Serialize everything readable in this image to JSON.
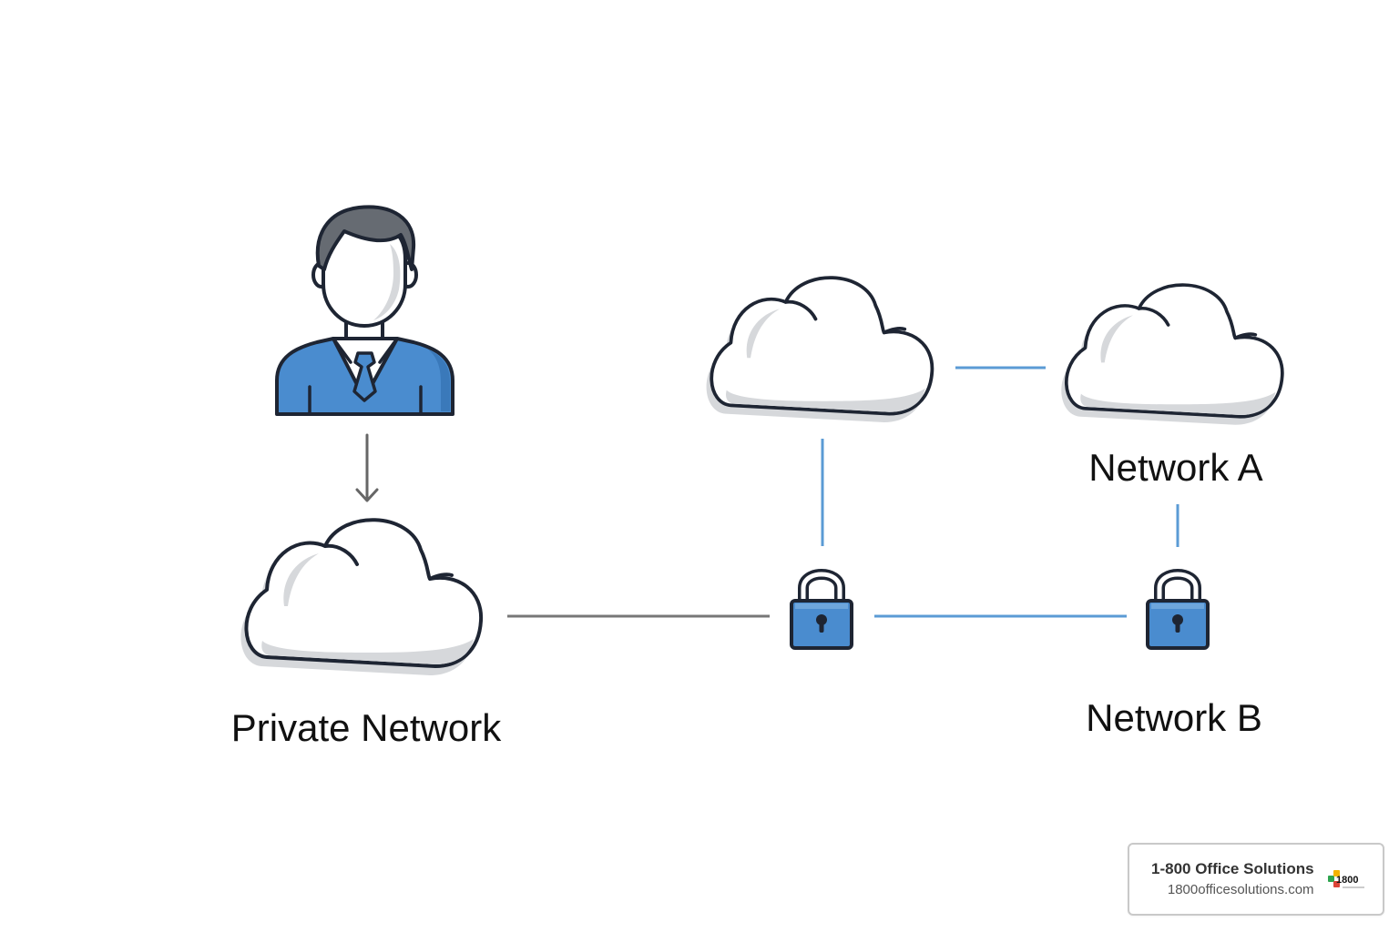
{
  "labels": {
    "private_network": "Private Network",
    "network_a": "Network A",
    "network_b": "Network B"
  },
  "icons": {
    "user": "user-avatar-icon",
    "private_cloud": "cloud-icon",
    "upper_cloud": "cloud-icon",
    "network_a_cloud": "cloud-icon",
    "lock_left": "lock-icon",
    "lock_right": "lock-icon"
  },
  "colors": {
    "outline": "#1e2533",
    "accent_blue": "#4a8ccf",
    "connector_blue": "#5b9bd5",
    "connector_gray": "#777777",
    "cloud_fill": "#ffffff",
    "cloud_shade": "#d6d8db",
    "hair": "#666b72"
  },
  "badge": {
    "title": "1-800 Office Solutions",
    "url": "1800officesolutions.com",
    "logo_text": "1800"
  }
}
